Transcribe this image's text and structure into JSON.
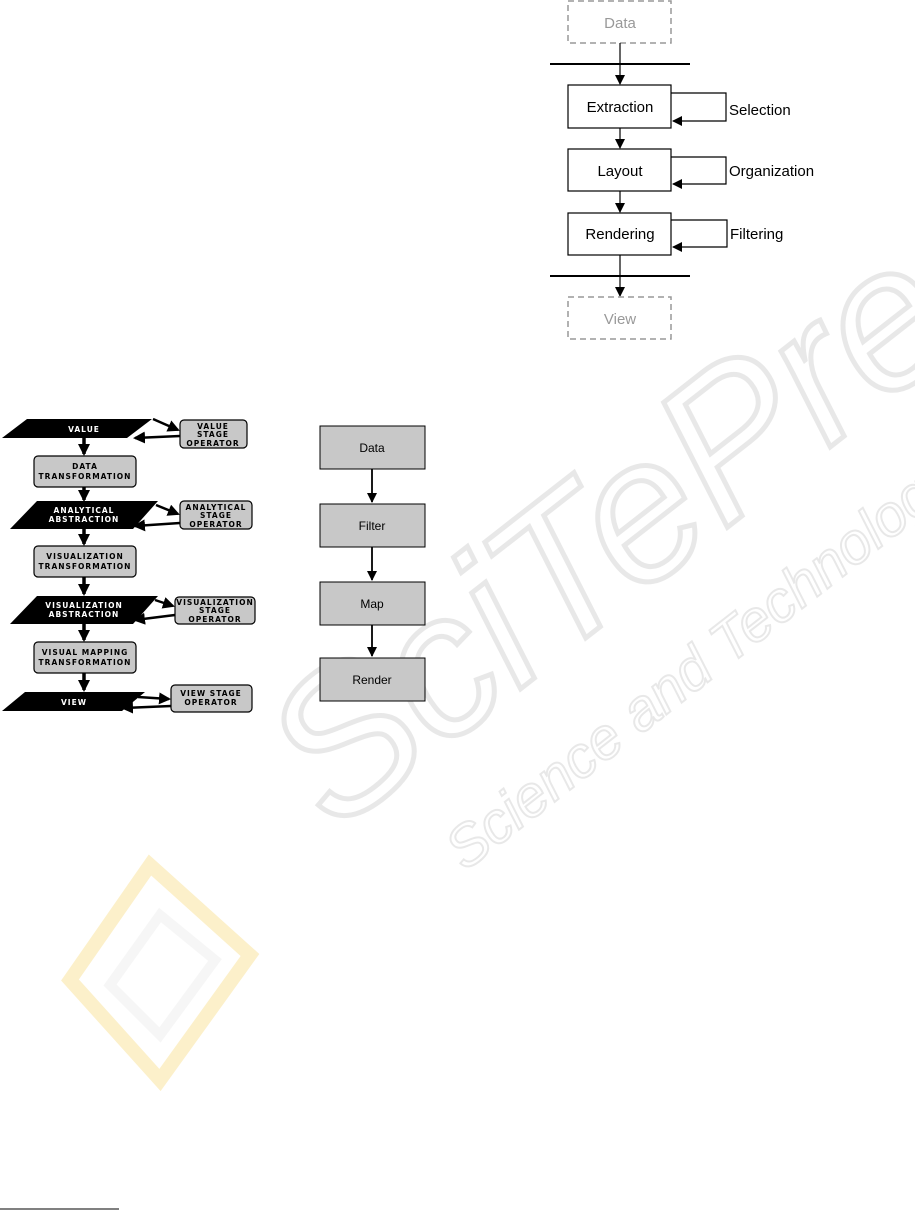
{
  "pipeline_right": {
    "input": "Data",
    "stages": [
      {
        "label": "Extraction",
        "operator": "Selection"
      },
      {
        "label": "Layout",
        "operator": "Organization"
      },
      {
        "label": "Rendering",
        "operator": "Filtering"
      }
    ],
    "output": "View"
  },
  "state_model": {
    "states": [
      {
        "lines": [
          "VALUE"
        ],
        "operator": [
          "VALUE",
          "STAGE",
          "OPERATOR"
        ]
      },
      {
        "lines": [
          "ANALYTICAL",
          "ABSTRACTION"
        ],
        "operator": [
          "ANALYTICAL",
          "STAGE",
          "OPERATOR"
        ]
      },
      {
        "lines": [
          "VISUALIZATION",
          "ABSTRACTION"
        ],
        "operator": [
          "VISUALIZATION",
          "STAGE",
          "OPERATOR"
        ]
      },
      {
        "lines": [
          "VIEW"
        ],
        "operator": [
          "VIEW STAGE",
          "OPERATOR"
        ]
      }
    ],
    "transformations": [
      [
        "DATA",
        "TRANSFORMATION"
      ],
      [
        "VISUALIZATION",
        "TRANSFORMATION"
      ],
      [
        "VISUAL MAPPING",
        "TRANSFORMATION"
      ]
    ]
  },
  "simple_pipeline": {
    "steps": [
      "Data",
      "Filter",
      "Map",
      "Render"
    ]
  },
  "watermark": {
    "main": "SciTePress",
    "sub": "Science and Technology Publications"
  }
}
